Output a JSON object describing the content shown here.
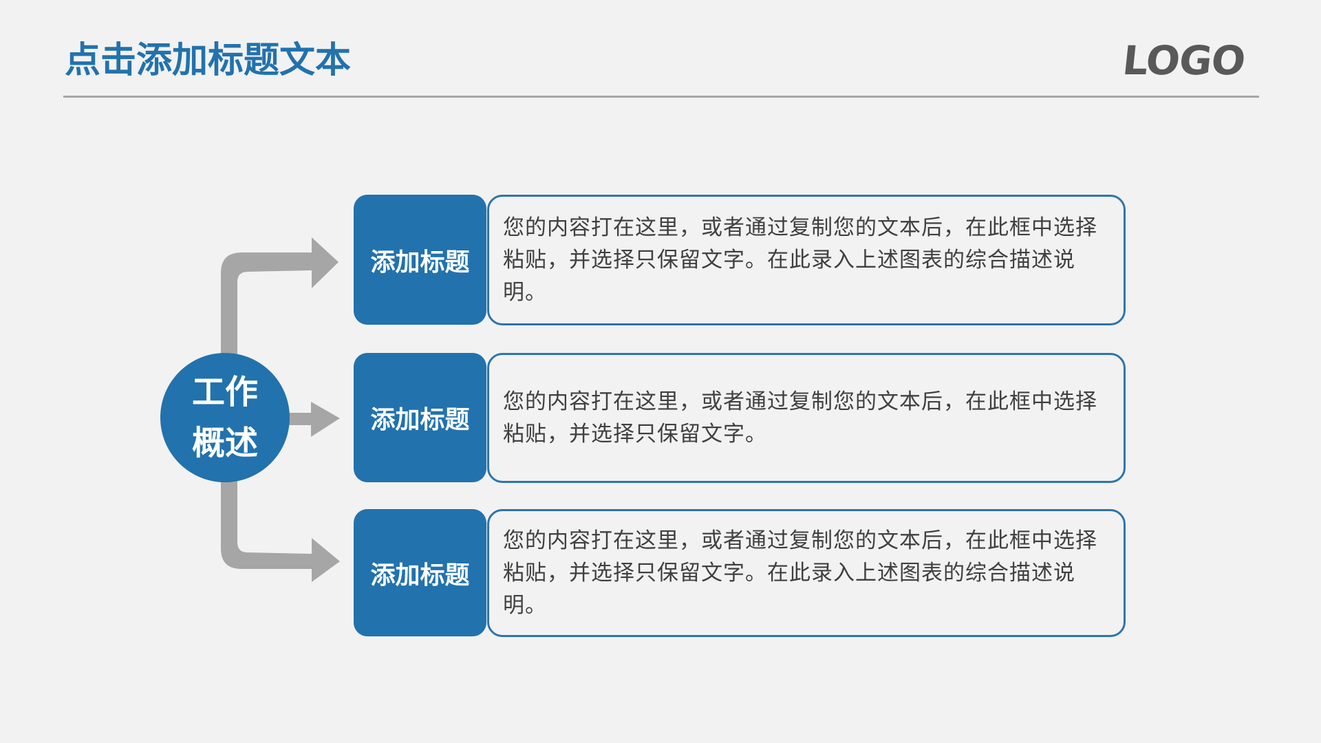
{
  "header": {
    "title": "点击添加标题文本",
    "logo": "LOGO"
  },
  "colors": {
    "accent": "#2272ad",
    "border": "#2e74ad",
    "connector": "#a6a6a6",
    "body_text": "#404040",
    "background": "#f2f2f2",
    "logo": "#595959"
  },
  "hub": {
    "line1": "工作",
    "line2": "概述"
  },
  "rows": [
    {
      "label": "添加标题",
      "text": "您的内容打在这里，或者通过复制您的文本后，在此框中选择粘贴，并选择只保留文字。在此录入上述图表的综合描述说明。"
    },
    {
      "label": "添加标题",
      "text": "您的内容打在这里，或者通过复制您的文本后，在此框中选择粘贴，并选择只保留文字。"
    },
    {
      "label": "添加标题",
      "text": "您的内容打在这里，或者通过复制您的文本后，在此框中选择粘贴，并选择只保留文字。在此录入上述图表的综合描述说明。"
    }
  ]
}
